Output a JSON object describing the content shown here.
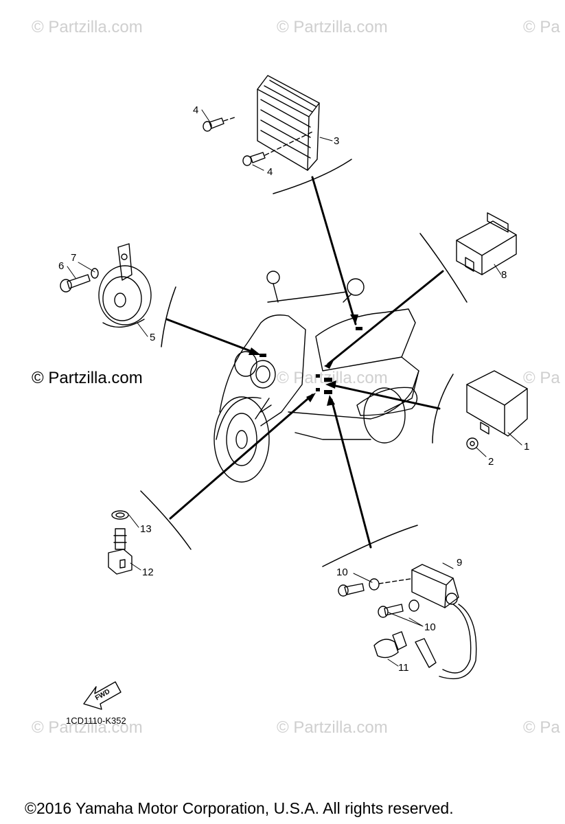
{
  "watermarks": {
    "top_left": "© Partzilla.com",
    "top_center": "© Partzilla.com",
    "top_right": "© Pa",
    "mid_left": "© Partzilla.com",
    "mid_center": "© Partzilla.com",
    "mid_right": "© Pa",
    "bottom_left": "© Partzilla.com",
    "bottom_center": "© Partzilla.com",
    "bottom_right": "© Pa"
  },
  "callouts": {
    "c1": "1",
    "c2": "2",
    "c3": "3",
    "c4a": "4",
    "c4b": "4",
    "c5": "5",
    "c6": "6",
    "c7": "7",
    "c8": "8",
    "c9": "9",
    "c10a": "10",
    "c10b": "10",
    "c11": "11",
    "c12": "12",
    "c13": "13"
  },
  "fwd_label": "FWD",
  "diagram_code": "1CD1110-K352",
  "copyright": "©2016  Yamaha Motor Corporation, U.S.A. All rights reserved.",
  "colors": {
    "line": "#000000",
    "watermark": "#cfcfcf"
  }
}
